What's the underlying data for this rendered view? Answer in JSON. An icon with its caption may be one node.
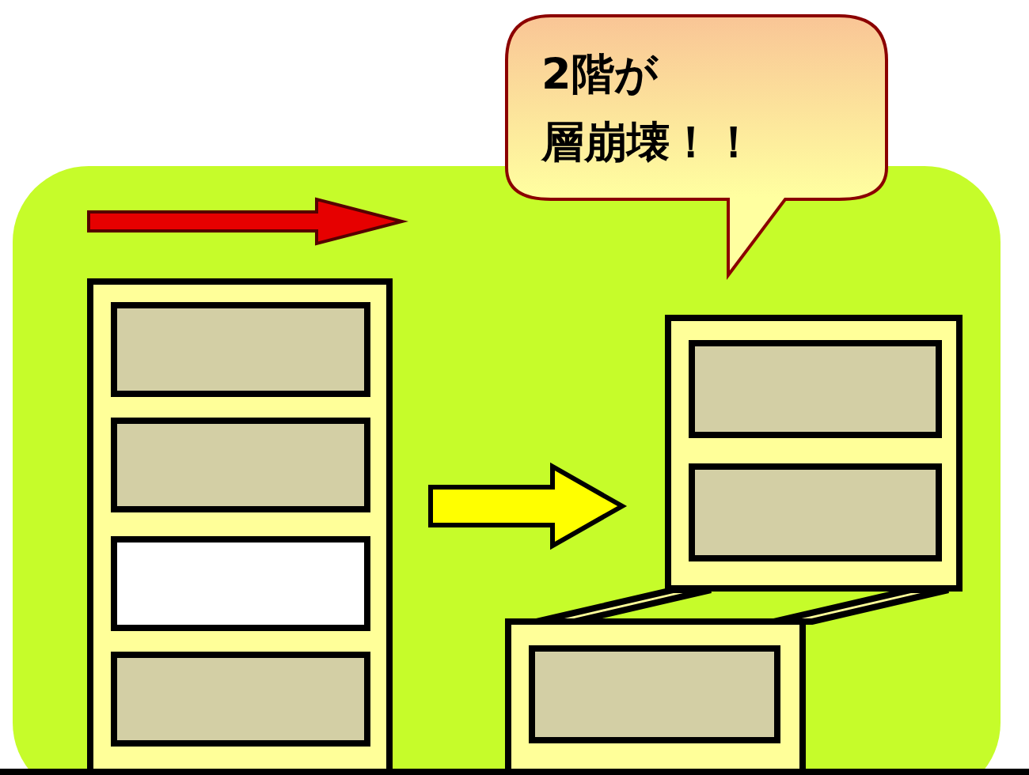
{
  "diagram": {
    "nodes": [
      {
        "text": [
          "2階が層崩壊！！"
        ]
      },
      {
        "text": [],
        "shape": "box"
      },
      {
        "text": [],
        "shape": "box"
      }
    ],
    "edges": [
      {
        "from": 1,
        "to": 2,
        "arrow": "to",
        "style": "thick",
        "color": "#ffff00"
      }
    ]
  }
}
